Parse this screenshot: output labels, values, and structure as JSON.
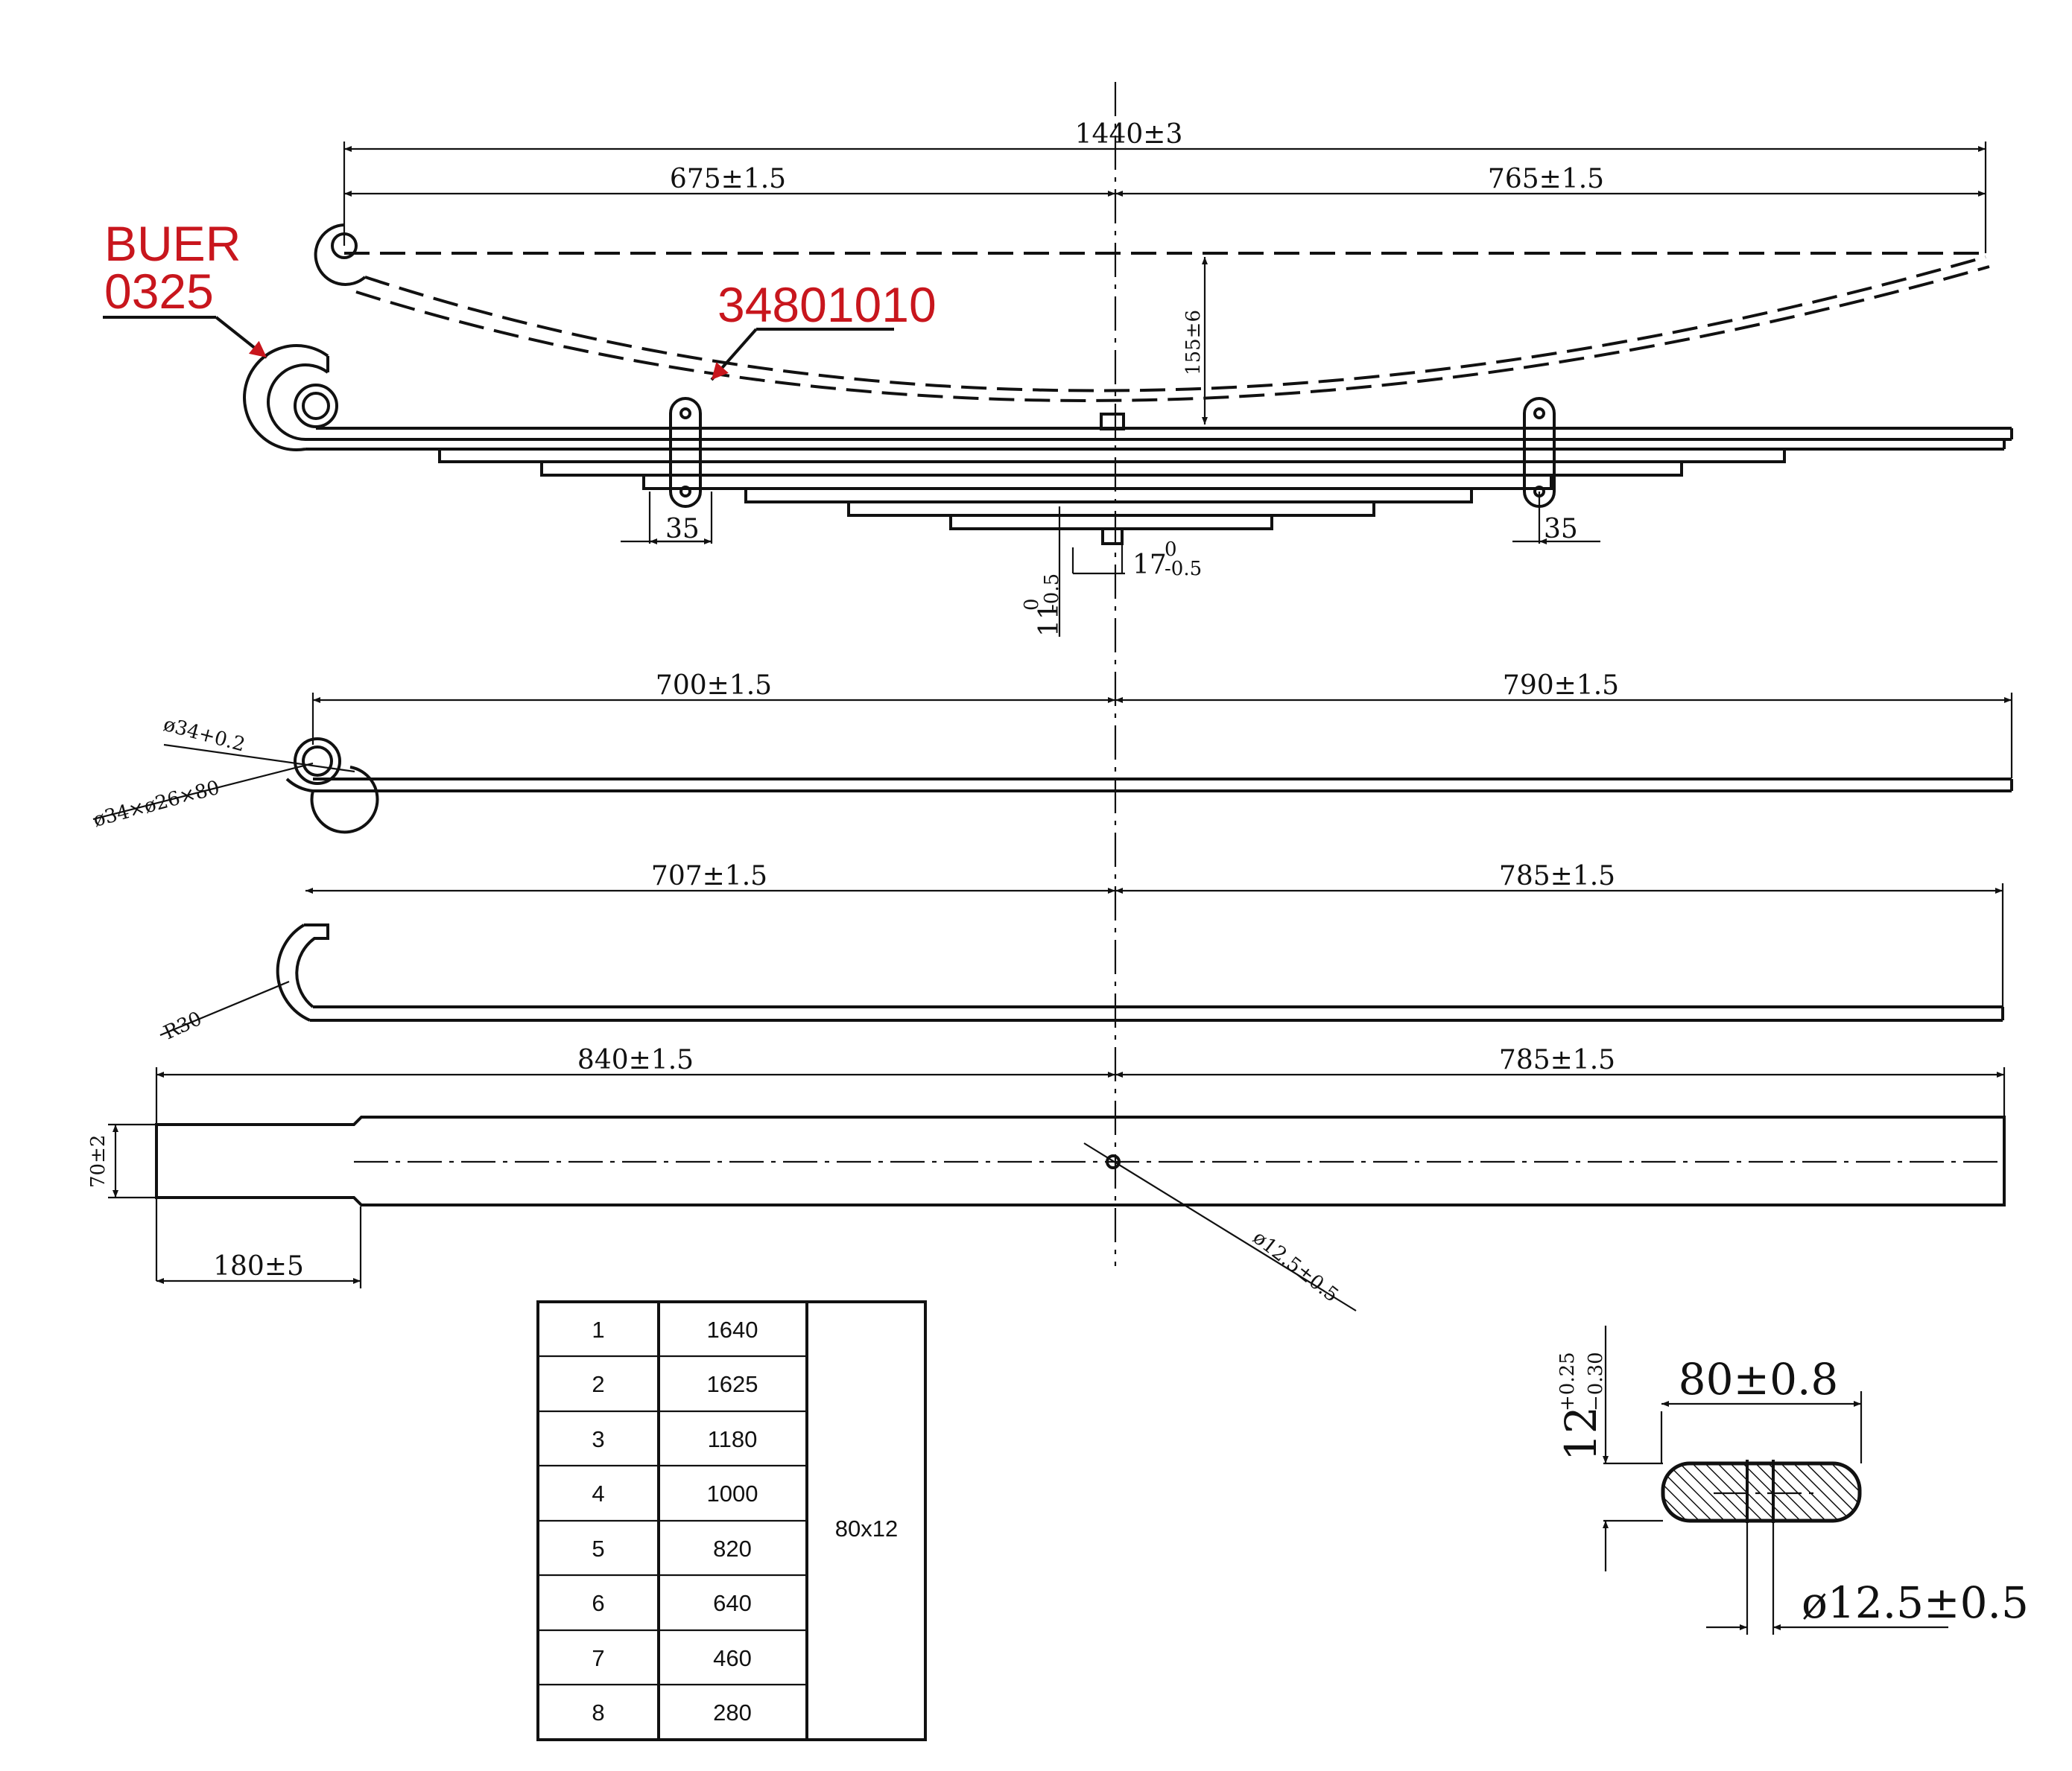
{
  "labels": {
    "brand": "BUER",
    "code": "0325",
    "part_number": "34801010"
  },
  "dimensions": {
    "overall_length": "1440±3",
    "left_span": "675±1.5",
    "right_span": "765±1.5",
    "camber": "155±6",
    "clip_left": "35",
    "clip_right": "35",
    "center_bolt_head_a": "17",
    "center_bolt_head_a_tol_up": "0",
    "center_bolt_head_a_tol_dn": "-0.5",
    "center_bolt_head_b": "11",
    "center_bolt_head_b_tol_up": "0",
    "center_bolt_head_b_tol_dn": "-0.5",
    "leaf1_left": "700±1.5",
    "leaf1_right": "790±1.5",
    "eye_diameter": "ø34+0.2",
    "bushing": "ø34×ø26×80",
    "leaf2_left": "707±1.5",
    "leaf2_right": "785±1.5",
    "wrap_radius": "R30",
    "plan_left": "840±1.5",
    "plan_right": "785±1.5",
    "plan_width": "70±2",
    "taper_length": "180±5",
    "center_hole": "ø12.5±0.5",
    "section_width": "80±0.8",
    "section_thickness": "12",
    "section_thickness_tol_up": "+0.25",
    "section_thickness_tol_dn": "−0.30",
    "section_hole": "ø12.5±0.5"
  },
  "leaf_table": {
    "rows": [
      {
        "no": "1",
        "length": "1640"
      },
      {
        "no": "2",
        "length": "1625"
      },
      {
        "no": "3",
        "length": "1180"
      },
      {
        "no": "4",
        "length": "1000"
      },
      {
        "no": "5",
        "length": "820"
      },
      {
        "no": "6",
        "length": "640"
      },
      {
        "no": "7",
        "length": "460"
      },
      {
        "no": "8",
        "length": "280"
      }
    ],
    "section": "80x12"
  }
}
